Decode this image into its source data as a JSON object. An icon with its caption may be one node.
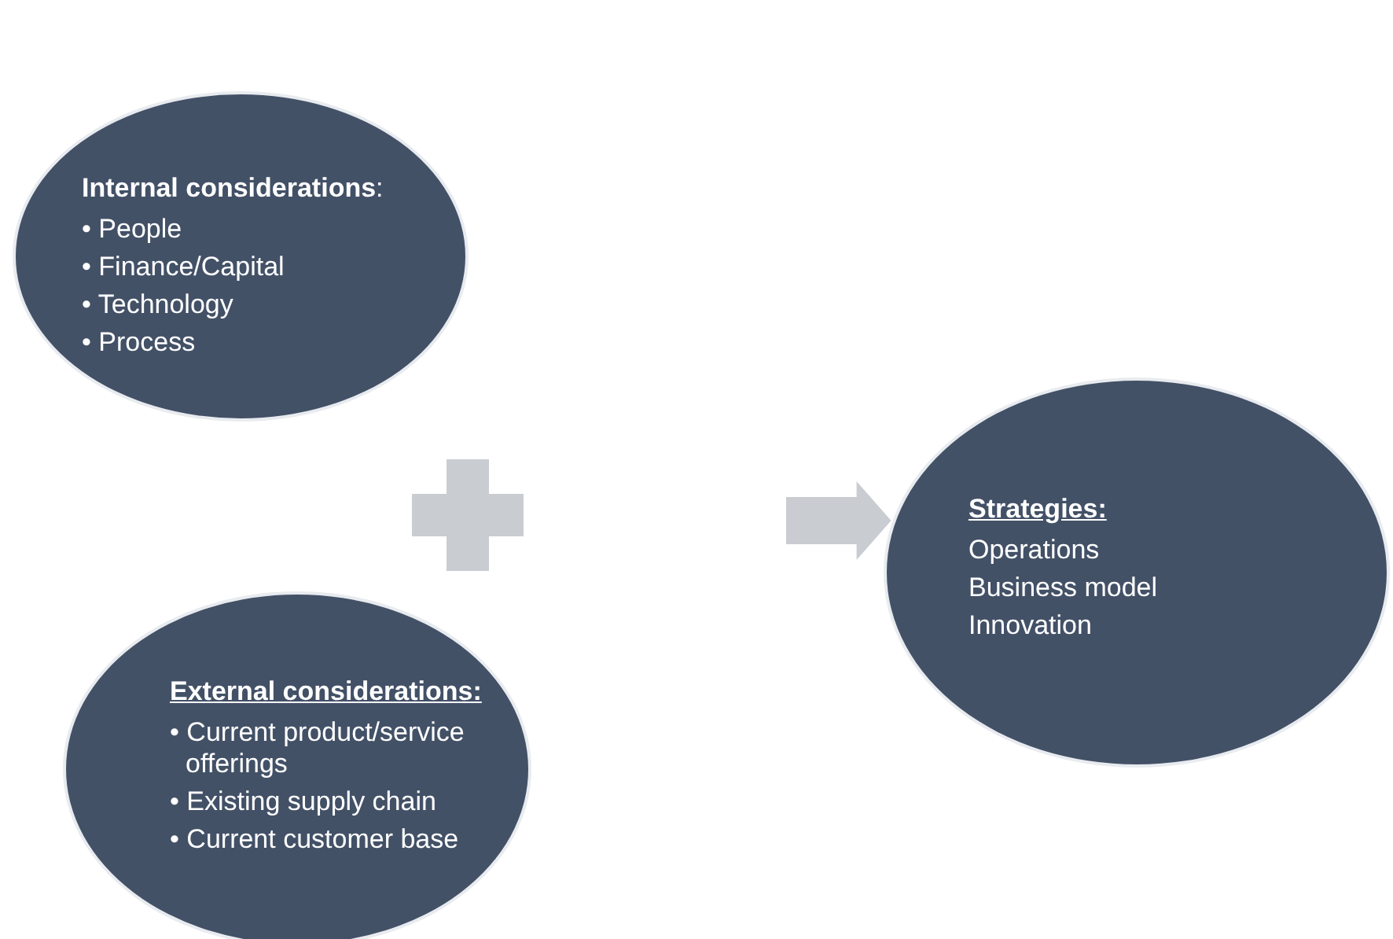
{
  "diagram": {
    "nodes": [
      {
        "text": [
          "**Internal considerations**:",
          "• People",
          "• Finance/Capital",
          "• Technology",
          "• Process"
        ]
      },
      {
        "text": [
          "External considerations:",
          "• Current product/service offerings",
          "• Existing supply chain",
          "• Current customer base"
        ]
      },
      {
        "text": [
          "Strategies:",
          "Operations",
          "Business model",
          "Innovation"
        ]
      }
    ],
    "edges": [
      {
        "from": null,
        "to": 2,
        "arrow": "to"
      }
    ]
  }
}
